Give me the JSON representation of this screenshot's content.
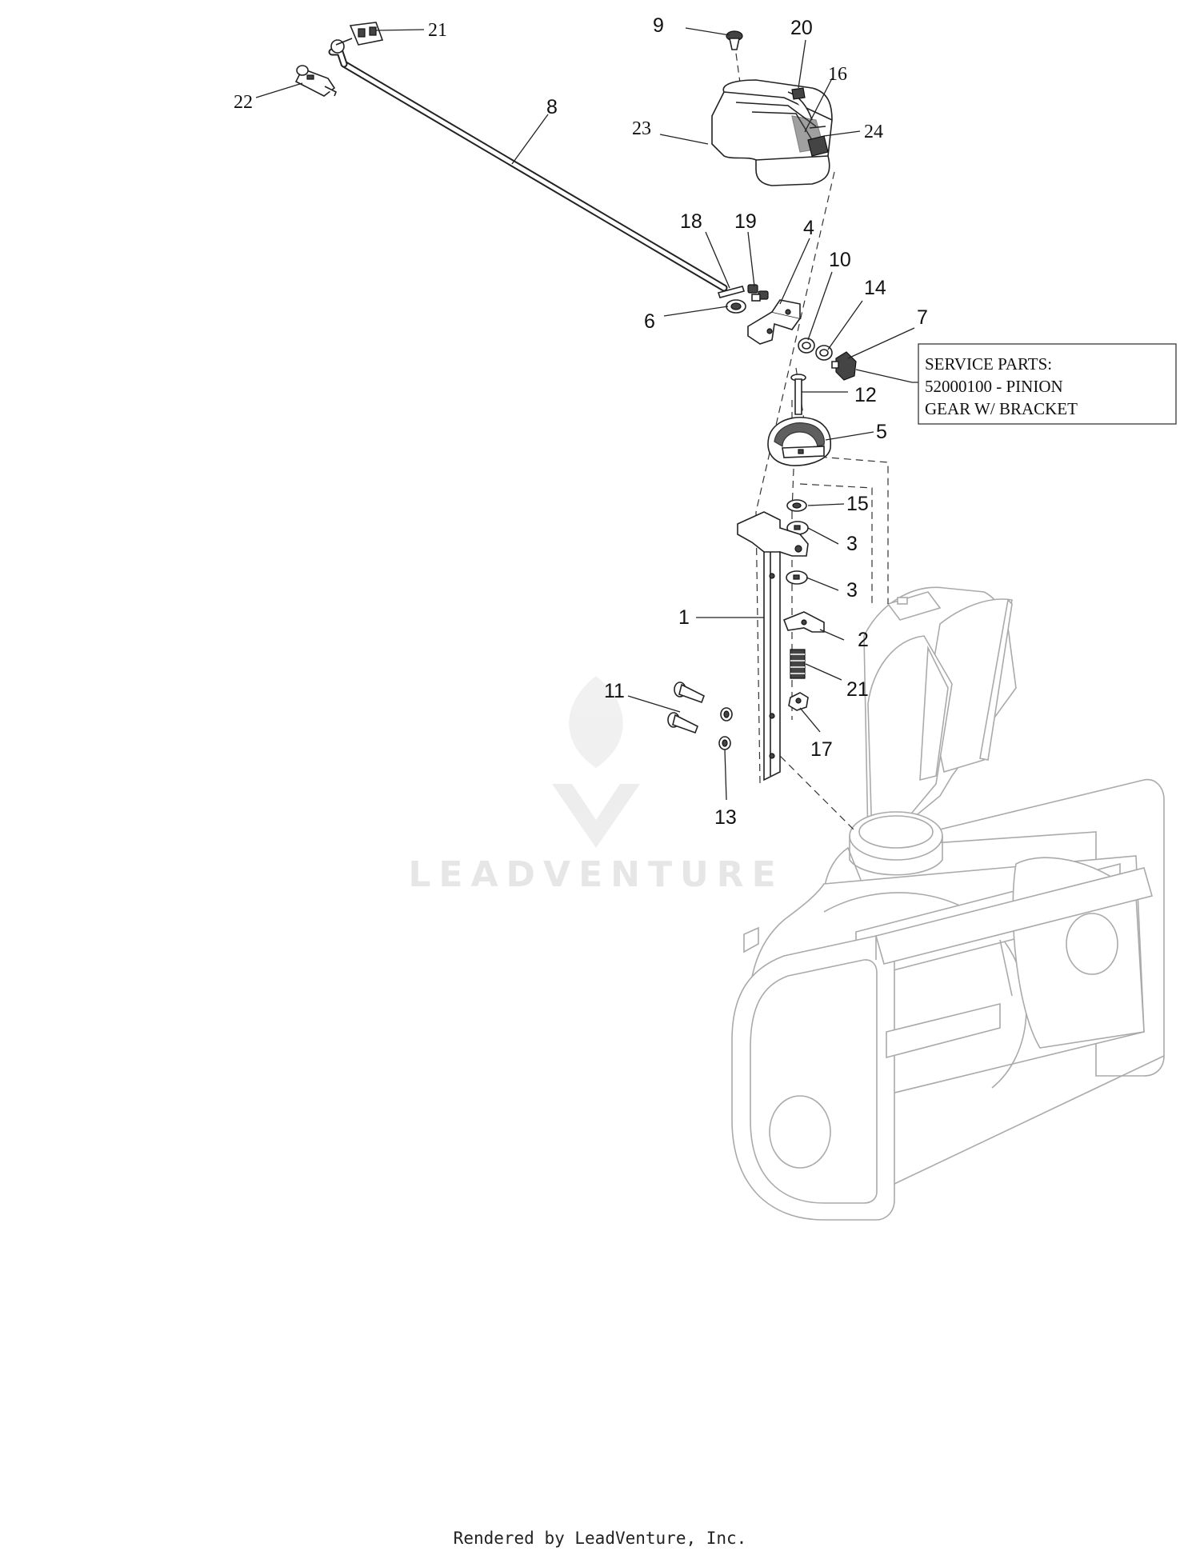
{
  "callouts": [
    {
      "id": "1",
      "label": "1"
    },
    {
      "id": "2",
      "label": "2"
    },
    {
      "id": "3a",
      "label": "3"
    },
    {
      "id": "3b",
      "label": "3"
    },
    {
      "id": "4",
      "label": "4"
    },
    {
      "id": "5",
      "label": "5"
    },
    {
      "id": "6",
      "label": "6"
    },
    {
      "id": "7",
      "label": "7"
    },
    {
      "id": "8",
      "label": "8"
    },
    {
      "id": "9",
      "label": "9"
    },
    {
      "id": "10",
      "label": "10"
    },
    {
      "id": "11",
      "label": "11"
    },
    {
      "id": "12",
      "label": "12"
    },
    {
      "id": "13",
      "label": "13"
    },
    {
      "id": "14",
      "label": "14"
    },
    {
      "id": "15",
      "label": "15"
    },
    {
      "id": "16",
      "label": "16"
    },
    {
      "id": "17",
      "label": "17"
    },
    {
      "id": "18",
      "label": "18"
    },
    {
      "id": "19",
      "label": "19"
    },
    {
      "id": "20",
      "label": "20"
    },
    {
      "id": "21a",
      "label": "21"
    },
    {
      "id": "21b",
      "label": "21"
    },
    {
      "id": "22",
      "label": "22"
    },
    {
      "id": "23",
      "label": "23"
    },
    {
      "id": "24",
      "label": "24"
    }
  ],
  "service_box": {
    "lines": [
      "SERVICE PARTS:",
      "52000100 - PINION",
      "GEAR W/ BRACKET"
    ]
  },
  "watermark": "LEADVENTURE",
  "footer": "Rendered by LeadVenture, Inc."
}
